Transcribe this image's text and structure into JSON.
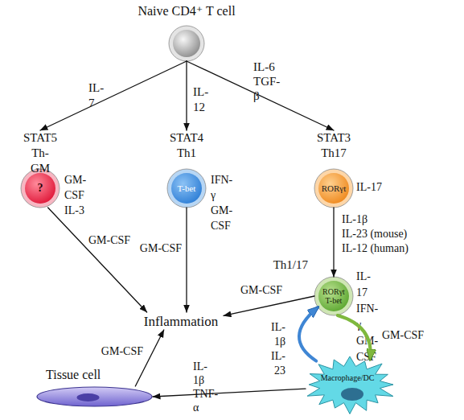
{
  "diagram": {
    "nodes": [
      {
        "text": [
          "Naive CD4⁺ T cell"
        ]
      },
      {
        "text": [
          "STAT5 Th-GM",
          "?",
          "GM-CSF IL-3"
        ]
      },
      {
        "text": [
          "STAT4 Th1",
          "T-bet",
          "IFN-γ GM-CSF"
        ]
      },
      {
        "text": [
          "STAT3 Th17",
          "RORγt",
          "IL-17"
        ]
      },
      {
        "text": [
          "Th1/17",
          "RORγt T-bet",
          "IL-17 IFN-γ GM-CSF"
        ]
      },
      {
        "text": [
          "Inflammation"
        ]
      },
      {
        "text": [
          "Macrophage/DC"
        ]
      },
      {
        "text": [
          "Tissue cell"
        ]
      }
    ],
    "edges": [
      {
        "from": 0,
        "to": 1,
        "label": "IL-7",
        "arrow": "to"
      },
      {
        "from": 0,
        "to": 2,
        "label": "IL-12",
        "arrow": "to"
      },
      {
        "from": 0,
        "to": 3,
        "label": "IL-6 TGF-β",
        "arrow": "to"
      },
      {
        "from": 3,
        "to": 4,
        "label": "IL-1β",
        "arrow": "to"
      },
      {
        "from": 1,
        "to": 5,
        "label": "GM-CSF",
        "arrow": "to"
      },
      {
        "from": 2,
        "to": 5,
        "label": "GM-CSF",
        "arrow": "to"
      },
      {
        "from": 4,
        "to": 5,
        "label": "GM-CSF",
        "arrow": "to"
      },
      {
        "from": 6,
        "to": 4,
        "label": "IL-1β IL-23",
        "arrow": "to"
      },
      {
        "from": 4,
        "to": 6,
        "label": "GM-CSF",
        "arrow": "to"
      },
      {
        "from": 6,
        "to": 7,
        "label": "IL-1β TNF-α",
        "arrow": "to"
      },
      {
        "from": 7,
        "to": 5,
        "label": "GM-CSF",
        "arrow": "to"
      }
    ],
    "labels": [
      "IL-23 (mouse)",
      "IL-12 (human)"
    ]
  }
}
